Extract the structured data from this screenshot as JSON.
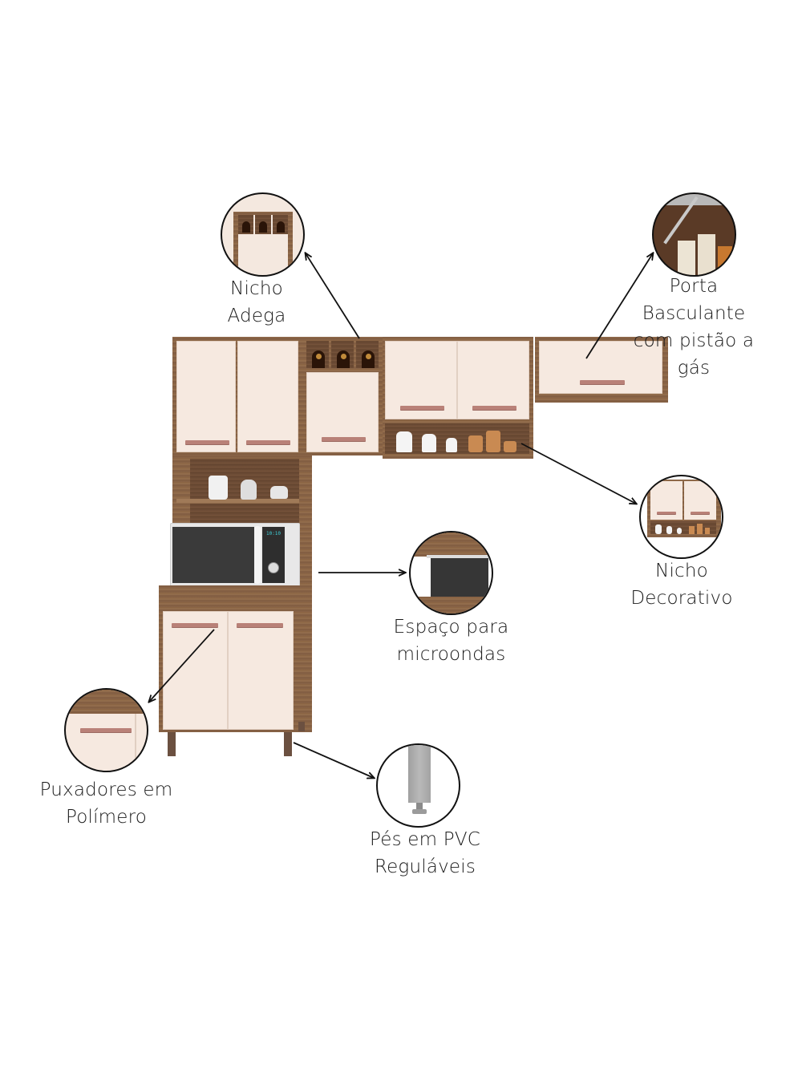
{
  "diagram": {
    "subject": "kitchen-cabinet-set",
    "colors": {
      "wood": "#8a6448",
      "door": "#f6e9e0",
      "handle": "#b98178",
      "microwave_body": "#e8e8e8",
      "microwave_window": "#3a3a3a",
      "text": "#1a1a1a"
    },
    "callouts": [
      {
        "id": "nicho-adega",
        "lines": [
          "Nicho",
          "Adega"
        ]
      },
      {
        "id": "porta-basculante",
        "lines": [
          "Porta",
          "Basculante",
          "com pistão a",
          "gás"
        ]
      },
      {
        "id": "nicho-decorativo",
        "lines": [
          "Nicho",
          "Decorativo"
        ]
      },
      {
        "id": "espaco-microondas",
        "lines": [
          "Espaço para",
          "microondas"
        ]
      },
      {
        "id": "puxadores",
        "lines": [
          "Puxadores em",
          "Polímero"
        ]
      },
      {
        "id": "pes-pvc",
        "lines": [
          "Pés em PVC",
          "Reguláveis"
        ]
      }
    ],
    "microwave_display": "10:10"
  }
}
